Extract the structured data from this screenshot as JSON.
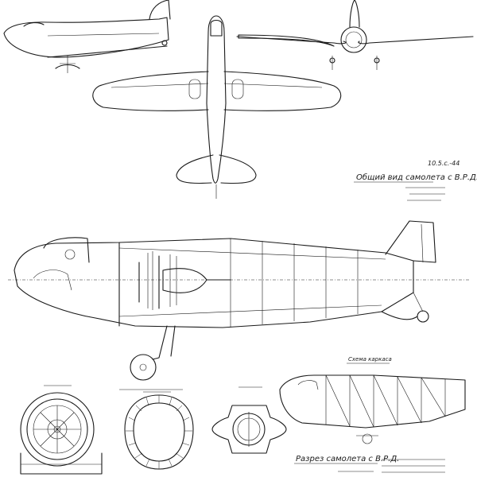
{
  "captions": {
    "general_view": "Общий вид самолета с В.Р.Д.",
    "date_note": "10.5.с.-44",
    "section_view": "Разрез самолета с В.Р.Д.",
    "frame_scheme": "Схема каркаса"
  }
}
